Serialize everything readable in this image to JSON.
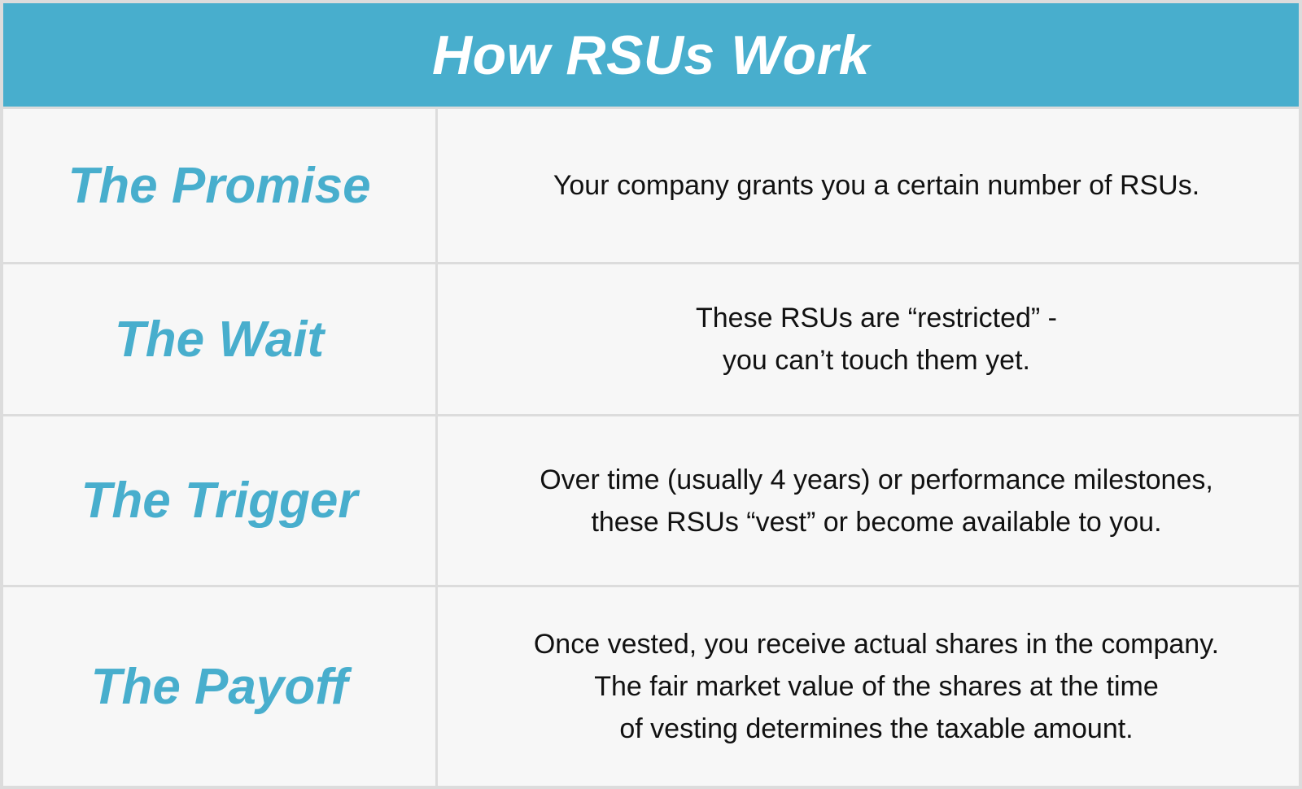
{
  "title": "How RSUs Work",
  "colors": {
    "accent": "#48aecd",
    "cell_bg": "#f7f7f7",
    "border": "#dcdcdc",
    "text": "#111111"
  },
  "rows": [
    {
      "label": "The Promise",
      "lines": [
        "Your company grants you a certain number of RSUs."
      ]
    },
    {
      "label": "The Wait",
      "lines": [
        "These RSUs are “restricted” -",
        "you can’t touch them yet."
      ]
    },
    {
      "label": "The Trigger",
      "lines": [
        "Over time (usually 4 years) or performance milestones,",
        "these RSUs “vest” or become available to you."
      ]
    },
    {
      "label": "The Payoff",
      "lines": [
        "Once vested, you receive actual shares in the company.",
        "The fair market value of the shares at the time",
        "of vesting determines the taxable amount."
      ]
    }
  ]
}
